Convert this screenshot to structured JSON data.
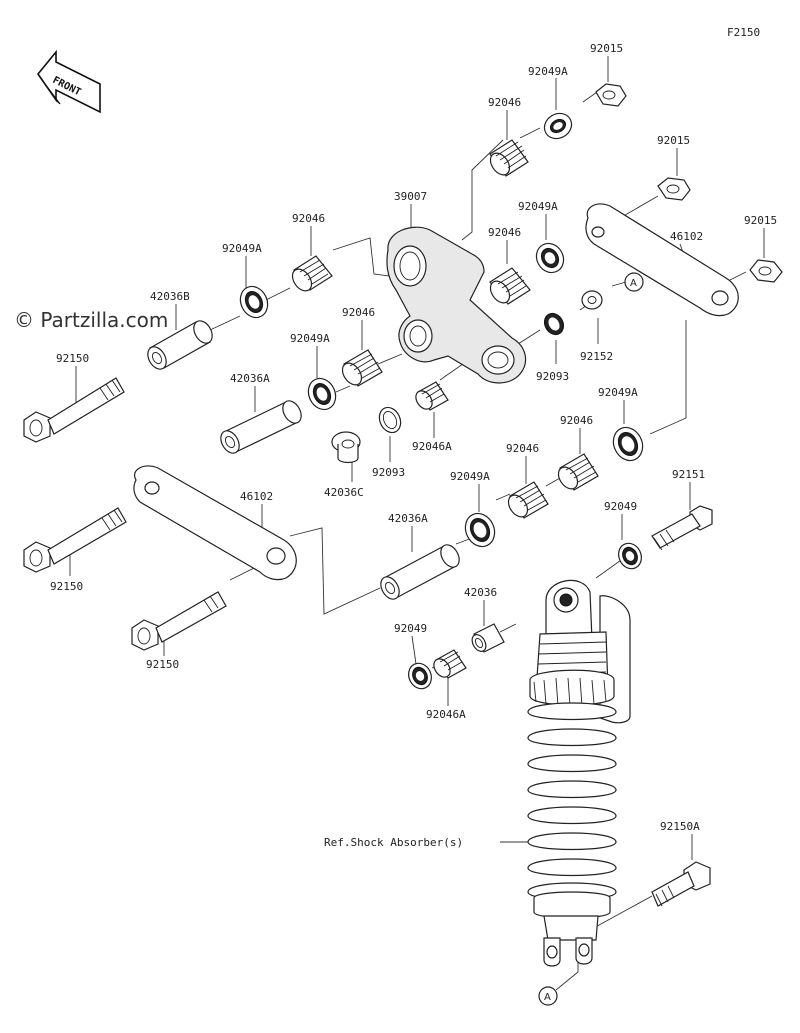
{
  "figure_code": "F2150",
  "watermark": "© Partzilla.com",
  "front_arrow": "FRONT",
  "ref_label": "Ref.Shock Absorber(s)",
  "ref_marker": "A",
  "part_labels": {
    "p92015_top": "92015",
    "p92049A_top": "92049A",
    "p92046_top": "92046",
    "p92015_mid": "92015",
    "p39007": "39007",
    "p92049A_upper": "92049A",
    "p92046_upper_r": "92046",
    "p92015_right": "92015",
    "p46102_right": "46102",
    "p92046_left": "92046",
    "p92049A_left": "92049A",
    "p42036B": "42036B",
    "p92150_top": "92150",
    "p92046_center": "92046",
    "p92049A_center": "92049A",
    "p92152": "92152",
    "p92093_right": "92093",
    "p42036A_left": "42036A",
    "p92093_center": "92093",
    "p92046A_upper": "92046A",
    "p42036C": "42036C",
    "p92049A_right": "92049A",
    "p92046_right1": "92046",
    "p92046_right2": "92046",
    "p92049A_lower": "92049A",
    "p92151": "92151",
    "p46102_left": "46102",
    "p92150_mid": "92150",
    "p42036A_lower": "42036A",
    "p92049_right": "92049",
    "p42036": "42036",
    "p92049_lower": "92049",
    "p92150_low": "92150",
    "p92046A_lower": "92046A",
    "p92150A": "92150A"
  }
}
